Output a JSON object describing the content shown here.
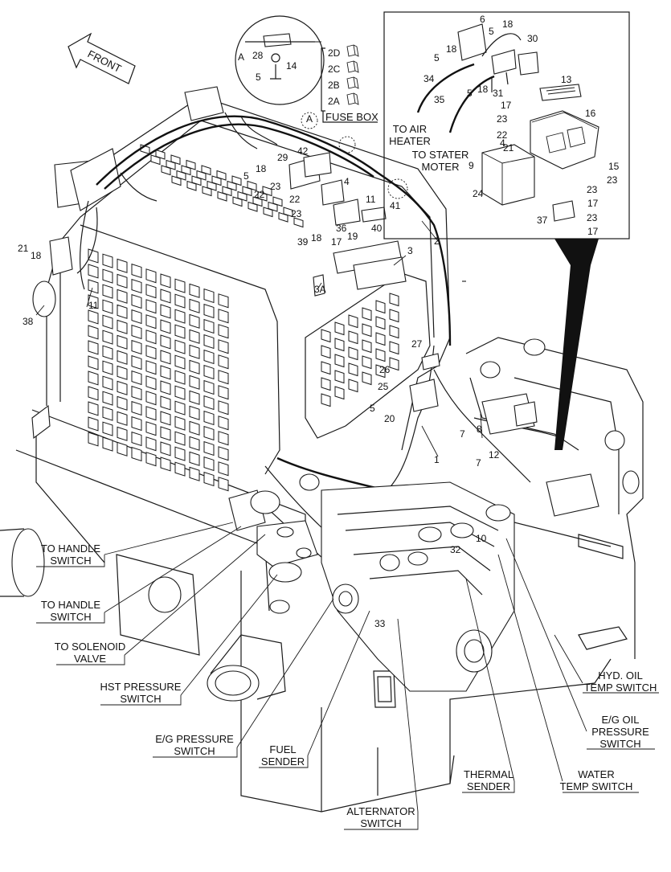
{
  "front_arrow": "FRONT",
  "fuse_box": {
    "title": "FUSE BOX",
    "fuses": [
      "2D",
      "2C",
      "2B",
      "2A"
    ]
  },
  "detail_a": {
    "label": "A"
  },
  "inset": {
    "to_air_heater": [
      "TO AIR",
      "HEATER"
    ],
    "to_starter_motor": [
      "TO STATER",
      "MOTER"
    ]
  },
  "callouts": {
    "to_handle_switch_1": [
      "TO HANDLE",
      "SWITCH"
    ],
    "to_handle_switch_2": [
      "TO HANDLE",
      "SWITCH"
    ],
    "to_solenoid_valve": [
      "TO SOLENOID",
      "VALVE"
    ],
    "hst_pressure_switch": [
      "HST PRESSURE",
      "SWITCH"
    ],
    "eg_pressure_switch": [
      "E/G PRESSURE",
      "SWITCH"
    ],
    "fuel_sender": [
      "FUEL",
      "SENDER"
    ],
    "alternator_switch": [
      "ALTERNATOR",
      "SWITCH"
    ],
    "thermal_sender": [
      "THERMAL",
      "SENDER"
    ],
    "water_temp_switch": [
      "WATER",
      "TEMP SWITCH"
    ],
    "eg_oil_pressure_switch": [
      "E/G OIL",
      "PRESSURE",
      "SWITCH"
    ],
    "hyd_oil_temp_switch": [
      "HYD. OIL",
      "TEMP SWITCH"
    ]
  },
  "part_numbers": {
    "n1": "1",
    "n2": "2",
    "n3": "3",
    "n3a": "3A",
    "n4": "4",
    "n4b": "4",
    "n5a": "5",
    "n5b": "5",
    "n5c": "5",
    "n5d": "5",
    "n5e": "5",
    "n5f": "5",
    "n6": "6",
    "n7a": "7",
    "n7b": "7",
    "n8": "8",
    "n9": "9",
    "n10": "10",
    "n11a": "11",
    "n11b": "11",
    "n12": "12",
    "n13": "13",
    "n14": "14",
    "n15": "15",
    "n16": "16",
    "n17a": "17",
    "n17b": "17",
    "n17c": "17",
    "n17d": "17",
    "n18a": "18",
    "n18b": "18",
    "n18c": "18",
    "n18d": "18",
    "n18e": "18",
    "n18f": "18",
    "n19": "19",
    "n20": "20",
    "n21a": "21",
    "n21b": "21",
    "n22a": "22",
    "n22b": "22",
    "n22c": "22",
    "n23a": "23",
    "n23b": "23",
    "n23c": "23",
    "n23d": "23",
    "n23e": "23",
    "n23f": "23",
    "n24": "24",
    "n25": "25",
    "n26": "26",
    "n27": "27",
    "n28": "28",
    "n29": "29",
    "n30": "30",
    "n31": "31",
    "n32": "32",
    "n33": "33",
    "n34": "34",
    "n35": "35",
    "n36": "36",
    "n37": "37",
    "n38": "38",
    "n39": "39",
    "n40": "40",
    "n41": "41",
    "n42": "42",
    "a1": "A",
    "a2": "A"
  }
}
